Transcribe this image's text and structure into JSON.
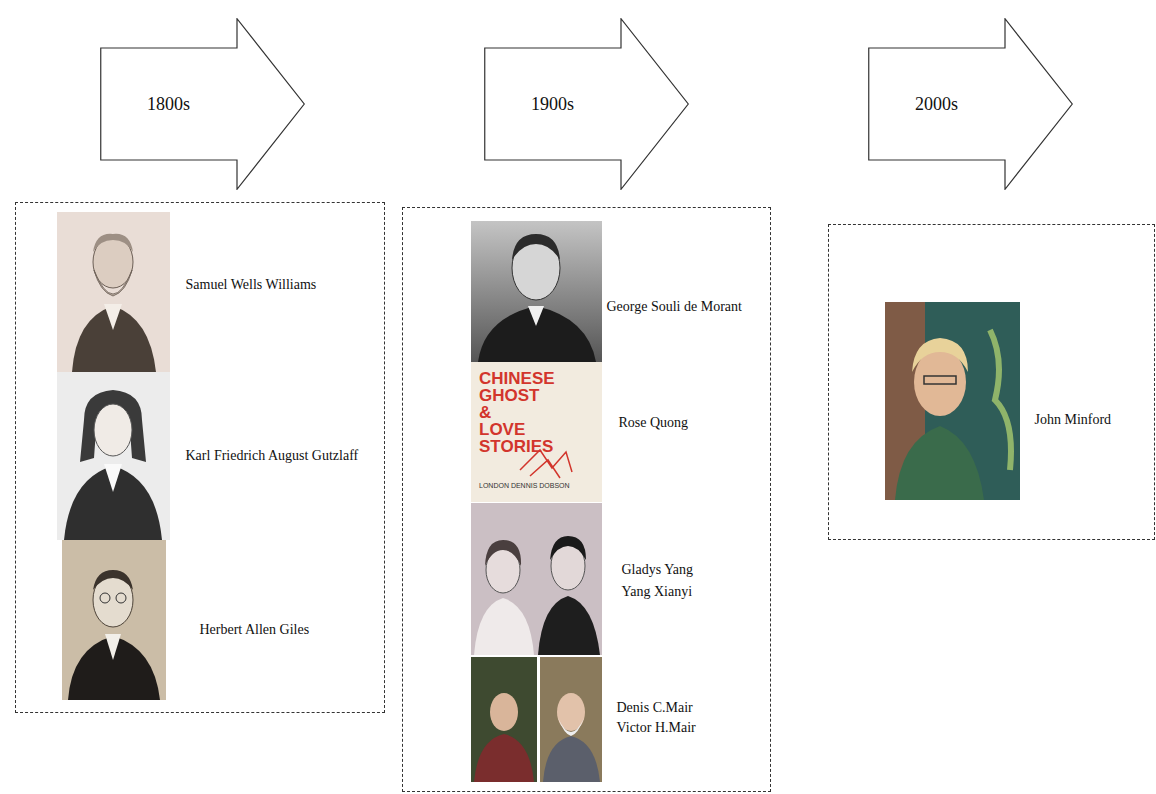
{
  "diagram": {
    "nodes": [
      {
        "text": [
          "1800s"
        ]
      },
      {
        "text": [
          "1900s"
        ]
      },
      {
        "text": [
          "2000s"
        ]
      },
      {
        "text": [
          "Samuel Wells Williams",
          "Karl Friedrich August Gutzlaff",
          "Herbert Allen Giles"
        ]
      },
      {
        "text": [
          "George Souli de Morant",
          "Rose Quong",
          "Gladys Yang",
          "Yang Xianyi",
          "Denis C.Mair",
          "Victor H.Mair"
        ]
      },
      {
        "text": [
          "John Minford"
        ]
      }
    ],
    "labels": [
      "CHINESE GHOST & LOVE STORIES",
      "LONDON DENNIS DOBSON"
    ]
  }
}
